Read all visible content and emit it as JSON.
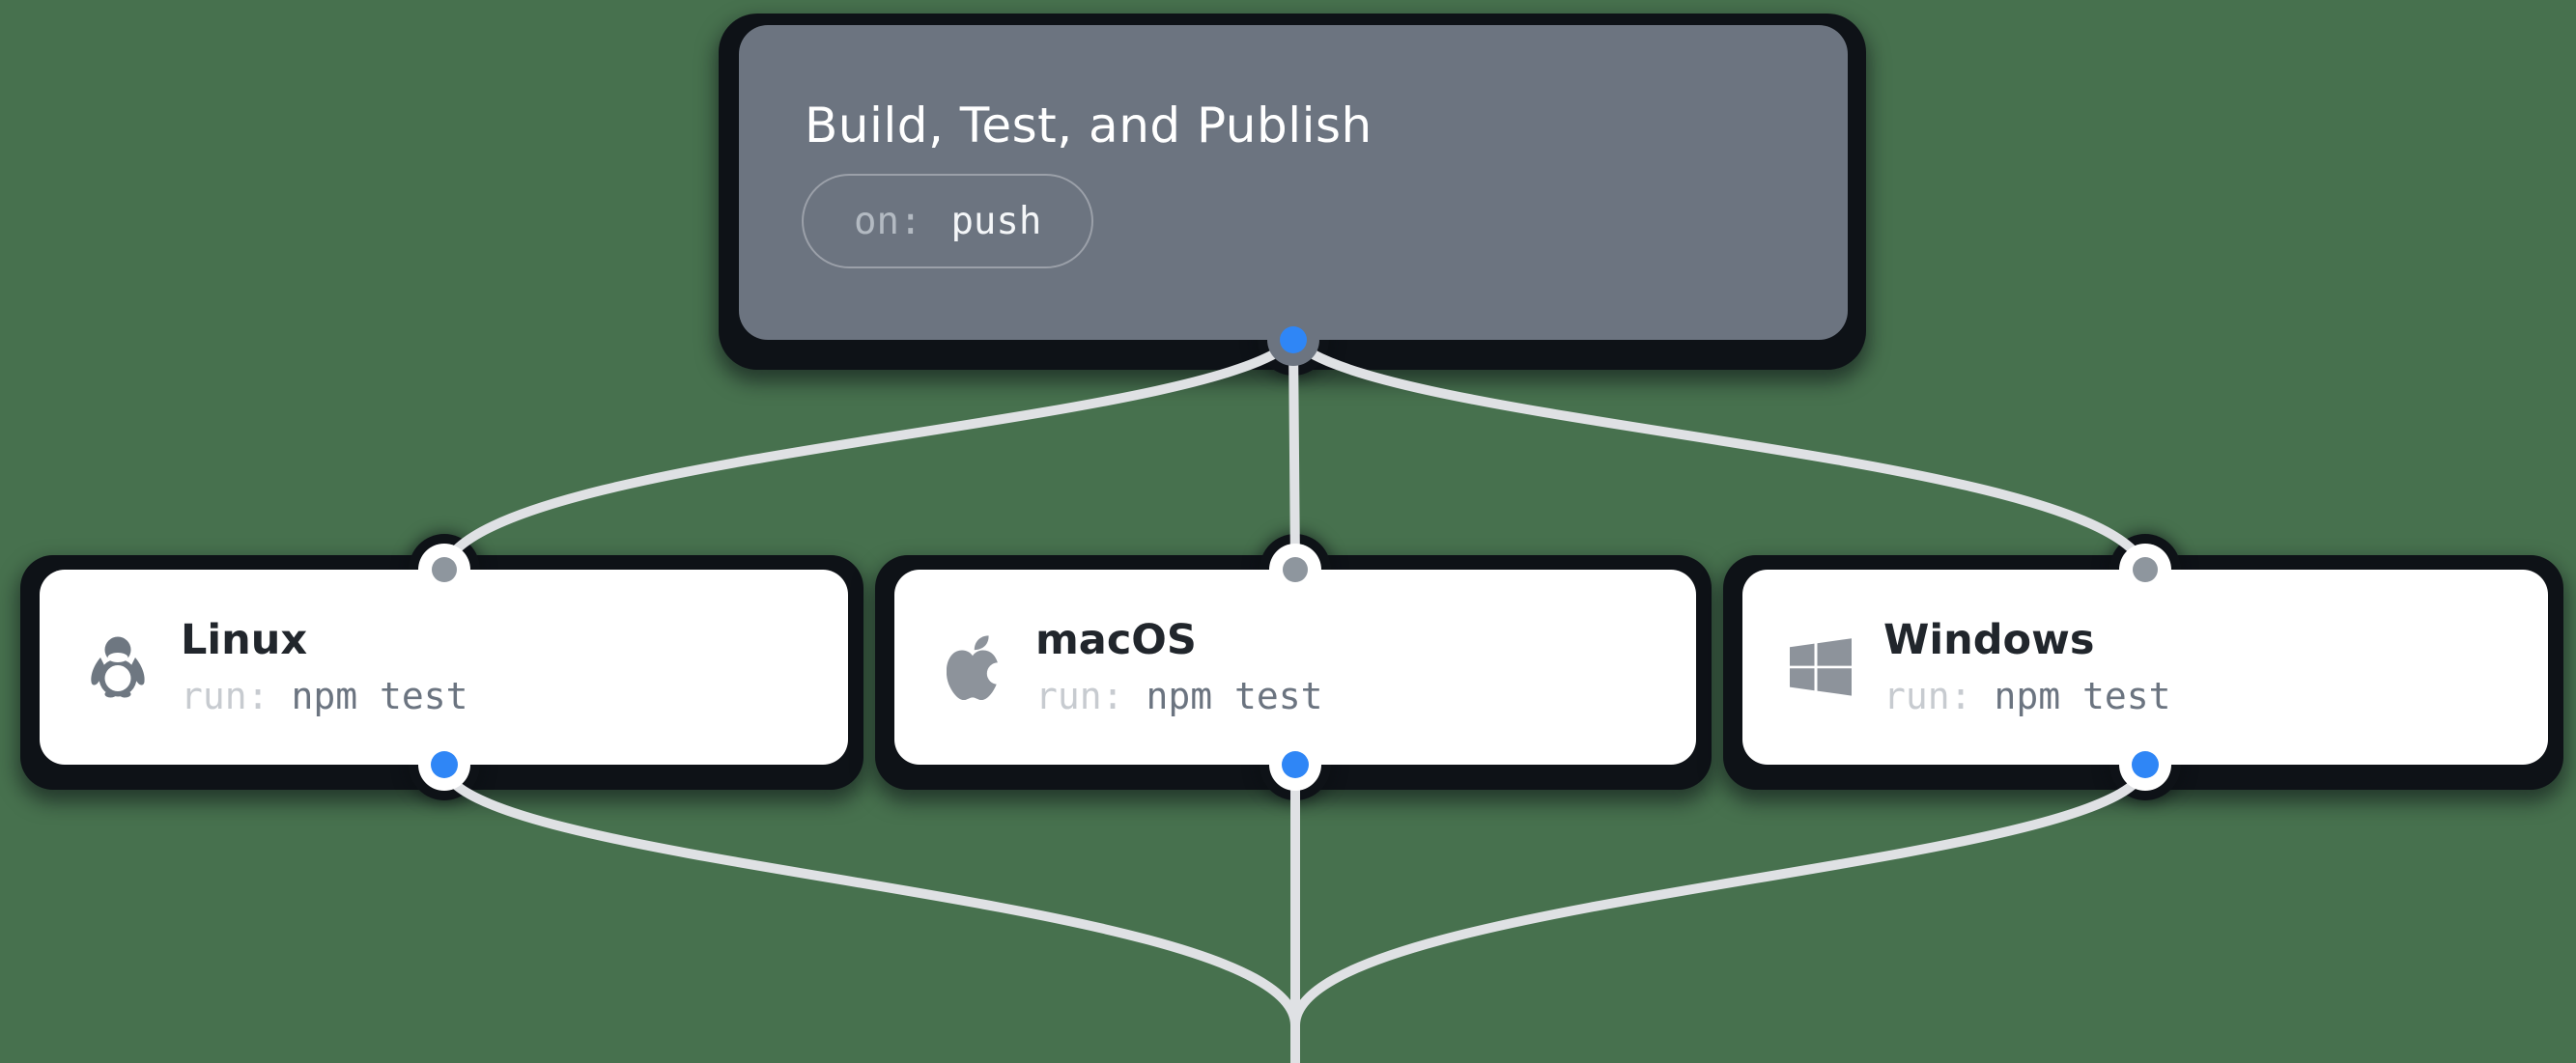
{
  "scene": {
    "background_color": "#47714e"
  },
  "workflow": {
    "trigger": {
      "title": "Build, Test, and Publish",
      "badge_key": "on:",
      "badge_value": "push"
    },
    "jobs": [
      {
        "name": "Linux",
        "icon": "linux-icon",
        "run_label": "run:",
        "run_command": "npm test"
      },
      {
        "name": "macOS",
        "icon": "apple-icon",
        "run_label": "run:",
        "run_command": "npm test"
      },
      {
        "name": "Windows",
        "icon": "windows-icon",
        "run_label": "run:",
        "run_command": "npm test"
      }
    ],
    "edges": [
      {
        "from": "trigger",
        "to": "Linux"
      },
      {
        "from": "trigger",
        "to": "macOS"
      },
      {
        "from": "trigger",
        "to": "Windows"
      },
      {
        "from": "Linux",
        "to": "offscreen-below"
      },
      {
        "from": "macOS",
        "to": "offscreen-below"
      },
      {
        "from": "Windows",
        "to": "offscreen-below"
      }
    ],
    "colors": {
      "background": "#47714e",
      "trigger_node": "#6c7480",
      "job_node": "#ffffff",
      "node_outline_shadow": "#0e1217",
      "edge": "#dfe1e4",
      "active_dot_blue": "#2f86f6",
      "inactive_dot_gray": "#8e969e",
      "trigger_title": "#ffffff",
      "badge_key_text": "#b3bac2",
      "badge_value_text": "#f4f6f8",
      "job_title": "#21262c",
      "run_label": "#c7cbd0",
      "run_command": "#6b7480",
      "linux_icon": "#6e7781",
      "apple_icon": "#8d939b",
      "windows_icon": "#8d939b"
    }
  }
}
